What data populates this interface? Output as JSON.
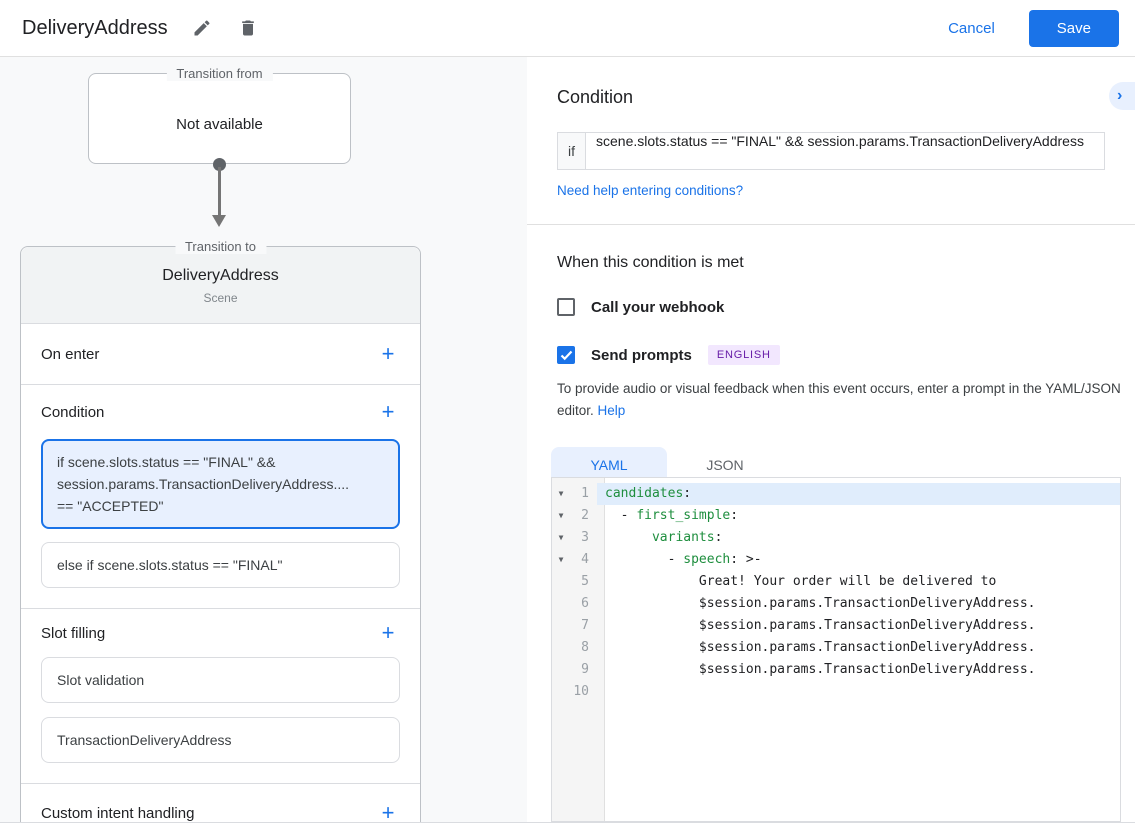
{
  "colors": {
    "accent": "#1a73e8",
    "selected_card_bg": "#e8f0fe",
    "yaml_key_green": "#1e8e3e",
    "badge_bg": "#f2e7fe",
    "badge_text": "#681da8"
  },
  "header": {
    "title": "DeliveryAddress",
    "cancel": "Cancel",
    "save": "Save"
  },
  "canvas": {
    "from_box": {
      "legend": "Transition from",
      "text": "Not available"
    },
    "scene": {
      "legend": "Transition to",
      "name": "DeliveryAddress",
      "type": "Scene",
      "on_enter_label": "On enter",
      "condition_label": "Condition",
      "condition_selected": [
        "if scene.slots.status == \"FINAL\" &&",
        "session.params.TransactionDeliveryAddress....",
        "== \"ACCEPTED\""
      ],
      "condition_else": "else if scene.slots.status == \"FINAL\"",
      "slot_filling_label": "Slot filling",
      "slot_cards": [
        "Slot validation",
        "TransactionDeliveryAddress"
      ],
      "custom_intent_label": "Custom intent handling"
    }
  },
  "panel": {
    "title": "Condition",
    "if_label": "if",
    "if_value": "scene.slots.status == \"FINAL\" && session.params.TransactionDeliveryAddress",
    "help_link": "Need help entering conditions?",
    "when_title": "When this condition is met",
    "webhook_label": "Call your webhook",
    "prompts_label": "Send prompts",
    "language_badge": "ENGLISH",
    "prompt_hint": "To provide audio or visual feedback when this event occurs, enter a prompt in the YAML/JSON editor.",
    "prompt_help": "Help",
    "tabs": {
      "yaml": "YAML",
      "json": "JSON"
    }
  },
  "editor": {
    "lines": [
      {
        "n": "1",
        "fold": true,
        "active": true,
        "segs": [
          [
            "candidates",
            "k"
          ],
          [
            ":",
            "p"
          ]
        ]
      },
      {
        "n": "2",
        "fold": true,
        "active": false,
        "segs": [
          [
            "  - ",
            "p"
          ],
          [
            "first_simple",
            "k"
          ],
          [
            ":",
            "p"
          ]
        ]
      },
      {
        "n": "3",
        "fold": true,
        "active": false,
        "segs": [
          [
            "      ",
            "p"
          ],
          [
            "variants",
            "k"
          ],
          [
            ":",
            "p"
          ]
        ]
      },
      {
        "n": "4",
        "fold": true,
        "active": false,
        "segs": [
          [
            "        - ",
            "p"
          ],
          [
            "speech",
            "k"
          ],
          [
            ": >-",
            "p"
          ]
        ]
      },
      {
        "n": "5",
        "fold": false,
        "active": false,
        "segs": [
          [
            "            Great! Your order will be delivered to",
            "p"
          ]
        ]
      },
      {
        "n": "6",
        "fold": false,
        "active": false,
        "segs": [
          [
            "            $session.params.TransactionDeliveryAddress.",
            "p"
          ]
        ]
      },
      {
        "n": "7",
        "fold": false,
        "active": false,
        "segs": [
          [
            "            $session.params.TransactionDeliveryAddress.",
            "p"
          ]
        ]
      },
      {
        "n": "8",
        "fold": false,
        "active": false,
        "segs": [
          [
            "            $session.params.TransactionDeliveryAddress.",
            "p"
          ]
        ]
      },
      {
        "n": "9",
        "fold": false,
        "active": false,
        "segs": [
          [
            "            $session.params.TransactionDeliveryAddress.",
            "p"
          ]
        ]
      },
      {
        "n": "10",
        "fold": false,
        "active": false,
        "segs": []
      }
    ]
  }
}
